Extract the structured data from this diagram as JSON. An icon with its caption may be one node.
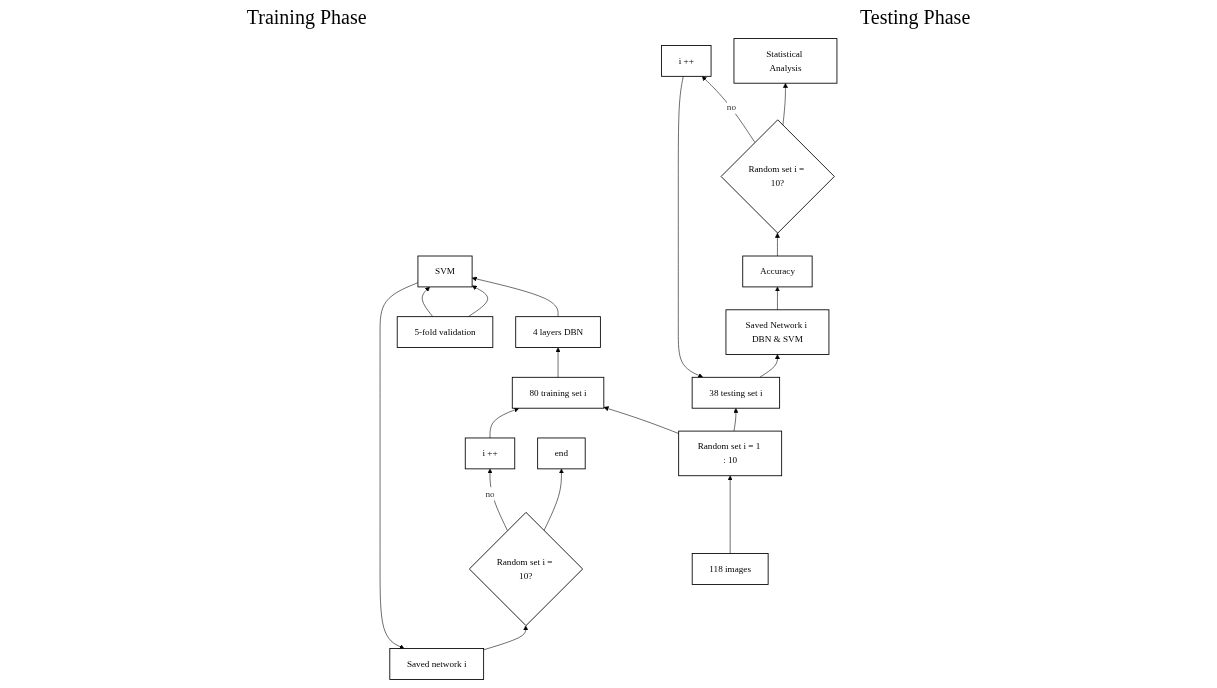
{
  "diagram": {
    "nodes": [
      {
        "text": [
          "Saved network i"
        ]
      },
      {
        "text": [
          "5-fold validation"
        ]
      },
      {
        "text": [
          "SVM"
        ]
      },
      {
        "text": [
          "4 layers DBN"
        ]
      },
      {
        "text": [
          "80 training set i"
        ]
      },
      {
        "text": [
          "Random set i = 1 : 10"
        ]
      },
      {
        "text": [
          "118 images"
        ]
      },
      {
        "text": [
          "Random set i = 10?"
        ]
      },
      {
        "text": [
          "i ++"
        ]
      },
      {
        "text": [
          "end"
        ]
      },
      {
        "text": [
          "Accuracy"
        ]
      },
      {
        "text": [
          "Saved Network i DBN & SVM"
        ]
      },
      {
        "text": [
          "38 testing set i"
        ]
      },
      {
        "text": [
          "Random set i = 10?"
        ]
      },
      {
        "text": [
          "i ++"
        ]
      },
      {
        "text": [
          "Statistical Analysis"
        ]
      }
    ],
    "edges": [
      {
        "from": 6,
        "to": 5,
        "arrow": "to"
      },
      {
        "from": 5,
        "to": 4,
        "arrow": "to"
      },
      {
        "from": 4,
        "to": 3,
        "arrow": "to"
      },
      {
        "from": 3,
        "to": 2,
        "arrow": "to"
      },
      {
        "from": 1,
        "to": 2,
        "arrow": "to"
      },
      {
        "from": 1,
        "to": 2,
        "arrow": "to"
      },
      {
        "from": 2,
        "to": 0,
        "arrow": "to"
      },
      {
        "from": 0,
        "to": 7,
        "arrow": "to"
      },
      {
        "from": 7,
        "to": 8,
        "arrow": "to",
        "label": "no"
      },
      {
        "from": 7,
        "to": 9,
        "arrow": "to"
      },
      {
        "from": 8,
        "to": 4,
        "arrow": "to"
      },
      {
        "from": 5,
        "to": 12,
        "arrow": "to"
      },
      {
        "from": 12,
        "to": 11,
        "arrow": "to"
      },
      {
        "from": 11,
        "to": 10,
        "arrow": "to"
      },
      {
        "from": 10,
        "to": 13,
        "arrow": "to"
      },
      {
        "from": 13,
        "to": 14,
        "arrow": "to",
        "label": "no"
      },
      {
        "from": 13,
        "to": 15,
        "arrow": "to"
      },
      {
        "from": 14,
        "to": 12,
        "arrow": "to"
      }
    ],
    "labels": [
      "Training Phase",
      "Testing Phase"
    ]
  }
}
